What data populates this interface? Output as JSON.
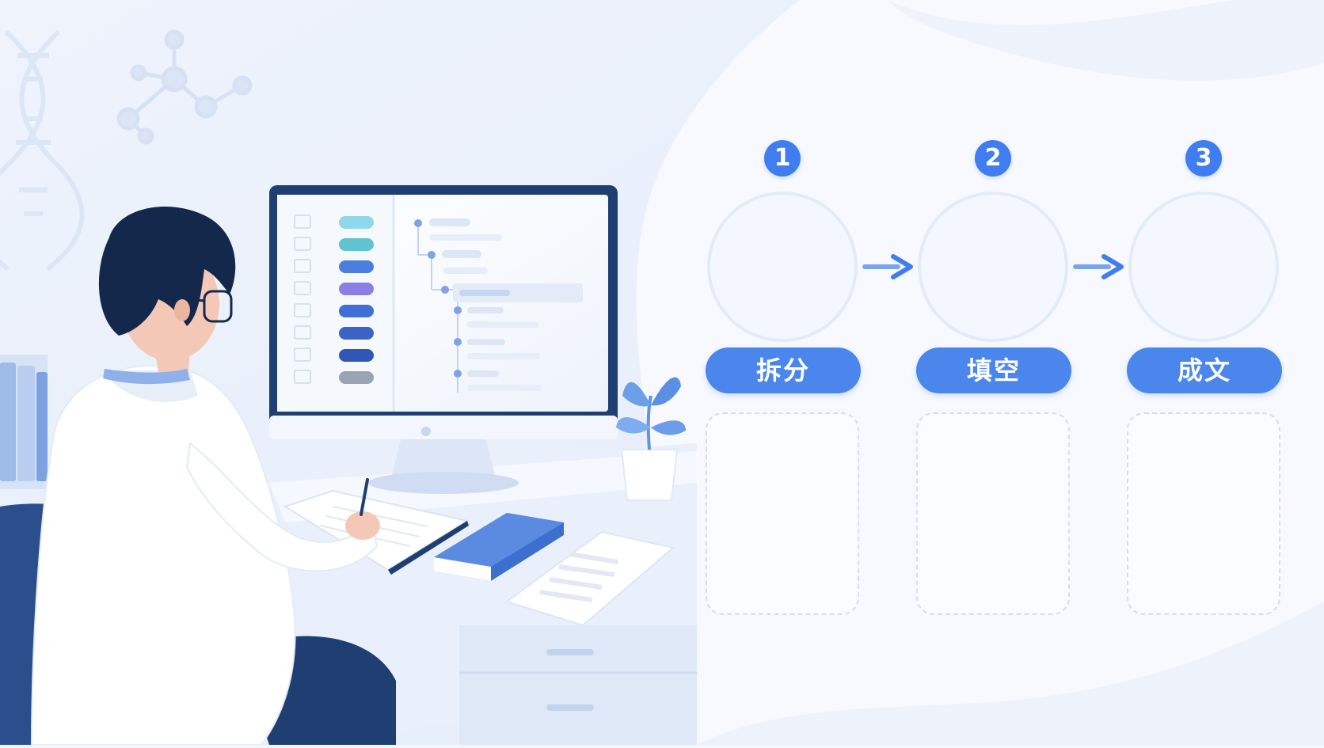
{
  "steps": [
    {
      "number": "1",
      "label": "拆分",
      "icon": "tree-split-icon"
    },
    {
      "number": "2",
      "label": "填空",
      "icon": "fill-blank-document-icon"
    },
    {
      "number": "3",
      "label": "成文",
      "icon": "completed-document-icon"
    }
  ],
  "colors": {
    "accent": "#3f7df0",
    "pill": "#4a86ec",
    "navy": "#274a82",
    "background": "#f3f6fc"
  }
}
